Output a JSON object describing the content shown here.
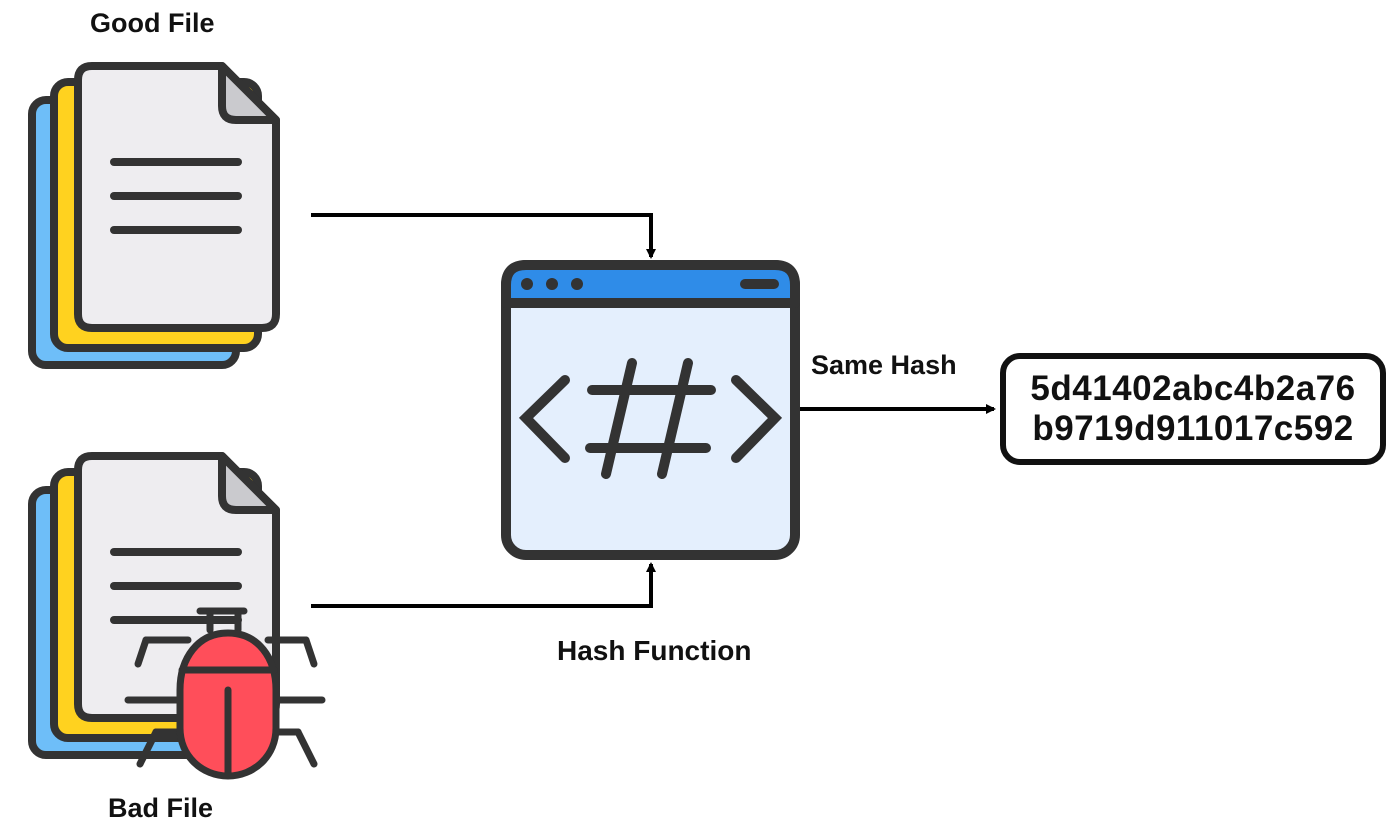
{
  "labels": {
    "good_file": "Good File",
    "bad_file": "Bad File",
    "same_hash": "Same Hash",
    "hash_function": "Hash Function"
  },
  "hash_output": {
    "line1": "5d41402abc4b2a76",
    "line2": "b9719d911017c592"
  },
  "icons": {
    "good_file": "document-stack-icon",
    "bad_file": "infected-document-stack-icon",
    "bug": "bug-icon",
    "hash_function": "hash-browser-window-icon"
  },
  "colors": {
    "outline": "#333333",
    "page": "#EEEDF0",
    "page_fold": "#CACACE",
    "stack_yellow": "#FFD21F",
    "stack_blue": "#6EBEF8",
    "window_bar": "#2F8CE8",
    "window_body": "#E4EFFD",
    "bug_red": "#FF4E5A",
    "arrow": "#000000"
  }
}
